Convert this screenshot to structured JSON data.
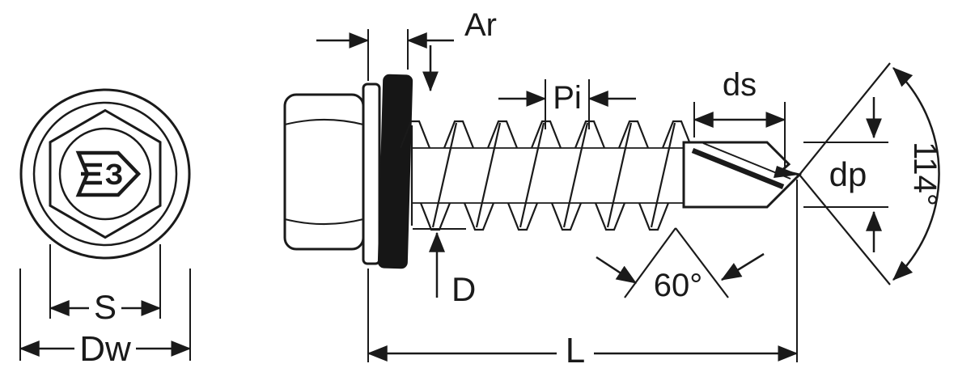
{
  "colors": {
    "ink": "#1a1a1a",
    "paper": "#ffffff",
    "gasket": "#161616"
  },
  "front_view": {
    "logo_letter": "З",
    "dims": {
      "across_flats": "S",
      "washer_diameter": "Dw"
    }
  },
  "side_view": {
    "dims": {
      "washer_thickness": "Ar",
      "thread_pitch": "Pi",
      "drill_length": "ds",
      "drill_point_diameter": "dp",
      "thread_diameter": "D",
      "total_length": "L",
      "flute_angle": "60°",
      "point_angle": "114°"
    }
  }
}
